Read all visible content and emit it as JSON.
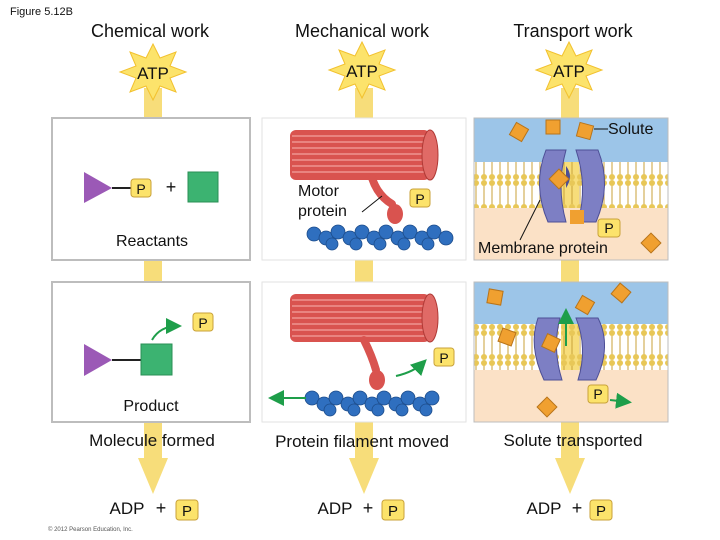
{
  "figure_label": "Figure 5.12B",
  "columns": [
    {
      "heading": "Chemical work",
      "atp": "ATP",
      "caption": "Molecule formed",
      "adp": "ADP",
      "plus": "+",
      "p": "P"
    },
    {
      "heading": "Mechanical work",
      "atp": "ATP",
      "caption": "Protein filament moved",
      "adp": "ADP",
      "plus": "+",
      "p": "P"
    },
    {
      "heading": "Transport work",
      "atp": "ATP",
      "caption": "Solute transported",
      "adp": "ADP",
      "plus": "+",
      "p": "P"
    }
  ],
  "chemical": {
    "reactants": "Reactants",
    "product": "Product",
    "plus": "+",
    "p_top": "P",
    "p_bottom": "P"
  },
  "mechanical": {
    "motor_line1": "Motor",
    "motor_line2": "protein",
    "p_top": "P",
    "p_bottom": "P"
  },
  "transport": {
    "solute": "Solute",
    "membrane_protein": "Membrane protein",
    "p_top": "P",
    "p_bottom": "P"
  },
  "copyright": "© 2012 Pearson Education, Inc.",
  "colors": {
    "arrow_yellow": "#f4c430",
    "atp_burst": "#fce36b",
    "triangle": "#9b59b6",
    "square": "#3cb371",
    "muscle": "#d9534f",
    "actin": "#2f6fbf",
    "membrane": "#e5c45a",
    "outside": "#9cc5e8",
    "inside": "#fbe1c6",
    "protein": "#7d7fc4",
    "solute": "#f0a030"
  }
}
